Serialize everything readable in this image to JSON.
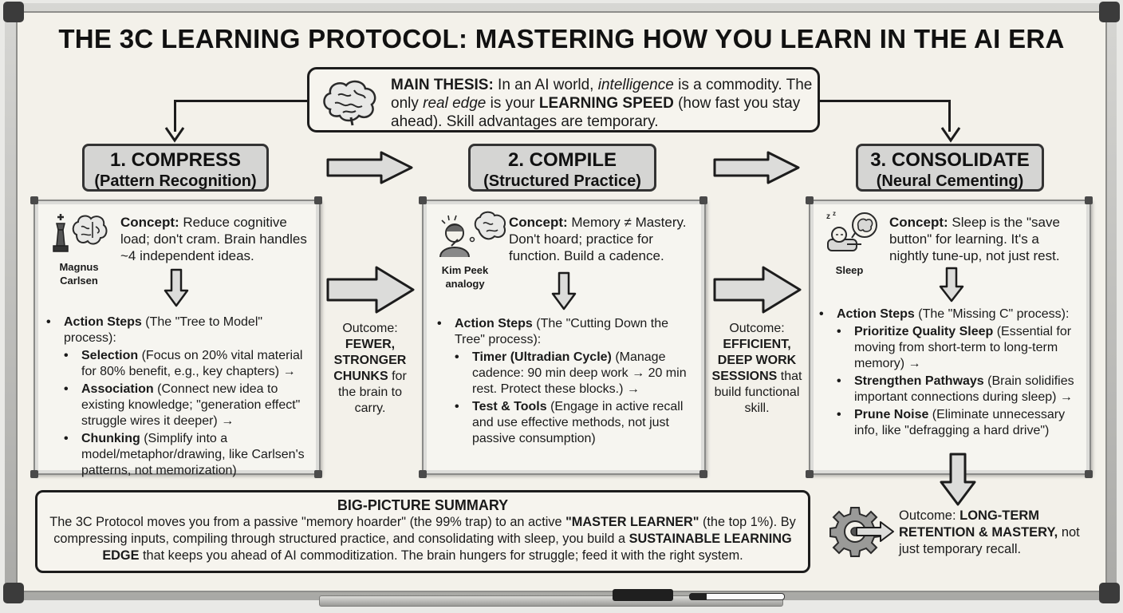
{
  "title": "THE 3C LEARNING PROTOCOL: MASTERING HOW YOU LEARN IN THE AI ERA",
  "thesis": {
    "label": "MAIN THESIS:",
    "t1": " In an AI world, ",
    "em1": "intelligence",
    "t2": " is a commodity. The only ",
    "em2": "real edge",
    "t3": " is your ",
    "bold1": "LEARNING SPEED",
    "t4": " (how fast you stay ahead). Skill advantages are temporary."
  },
  "columns": [
    {
      "number": "1. COMPRESS",
      "subtitle": "(Pattern Recognition)",
      "icon_label_1": "Magnus",
      "icon_label_2": "Carlsen",
      "concept_label": "Concept:",
      "concept_text": " Reduce cognitive load; don't cram. Brain handles ~4 independent ideas.",
      "steps_label": "Action Steps",
      "steps_text": " (The \"Tree to Model\" process):",
      "items": [
        {
          "label": "Selection",
          "text": " (Focus on 20% vital material for 80% benefit, e.g., key chapters) →"
        },
        {
          "label": "Association",
          "text": " (Connect new idea to existing knowledge; \"generation effect\" struggle wires it deeper) →"
        },
        {
          "label": "Chunking",
          "text": " (Simplify into a model/metaphor/drawing, like Carlsen's patterns, not memorization)"
        }
      ]
    },
    {
      "number": "2. COMPILE",
      "subtitle": "(Structured Practice)",
      "icon_label_1": "Kim Peek",
      "icon_label_2": "analogy",
      "concept_label": "Concept:",
      "concept_text": " Memory ≠ Mastery. Don't hoard; practice for function. Build a cadence.",
      "steps_label": "Action Steps",
      "steps_text": " (The \"Cutting Down the Tree\" process):",
      "items": [
        {
          "label": "Timer (Ultradian Cycle)",
          "text": " (Manage cadence: 90 min deep work → 20 min rest. Protect these blocks.) →"
        },
        {
          "label": "Test & Tools",
          "text": " (Engage in active recall and use effective methods, not just passive consumption)"
        }
      ]
    },
    {
      "number": "3. CONSOLIDATE",
      "subtitle": "(Neural Cementing)",
      "icon_label_1": "Sleep",
      "icon_label_2": "",
      "concept_label": "Concept:",
      "concept_text": " Sleep is the \"save button\" for learning. It's a nightly tune-up, not just rest.",
      "steps_label": "Action Steps",
      "steps_text": " (The \"Missing C\" process):",
      "items": [
        {
          "label": "Prioritize Quality Sleep",
          "text": " (Essential for moving from short-term to long-term memory) →"
        },
        {
          "label": "Strengthen Pathways",
          "text": " (Brain solidifies important connections during sleep) →"
        },
        {
          "label": "Prune Noise",
          "text": " (Eliminate unnecessary info, like \"defragging a hard drive\")"
        }
      ]
    }
  ],
  "outcomes": [
    {
      "prefix": "Outcome:",
      "bold": "FEWER, STRONGER CHUNKS",
      "suffix": " for the brain to carry."
    },
    {
      "prefix": "Outcome:",
      "bold": "EFFICIENT, DEEP WORK SESSIONS",
      "suffix": " that build functional skill."
    }
  ],
  "final_outcome": {
    "prefix": "Outcome: ",
    "bold": "LONG-TERM RETENTION & MASTERY,",
    "suffix": " not just temporary recall."
  },
  "summary": {
    "title": "BIG-PICTURE SUMMARY",
    "t1": "The 3C Protocol moves you from a passive \"memory hoarder\" (the 99% trap) to an active ",
    "b1": "\"MASTER LEARNER\"",
    "t2": " (the top 1%). By compressing inputs, compiling through structured practice, and consolidating with sleep, you build a ",
    "b2": "SUSTAINABLE LEARNING EDGE",
    "t3": " that keeps you ahead of AI commoditization. The brain hungers for struggle; feed it with the right system."
  }
}
